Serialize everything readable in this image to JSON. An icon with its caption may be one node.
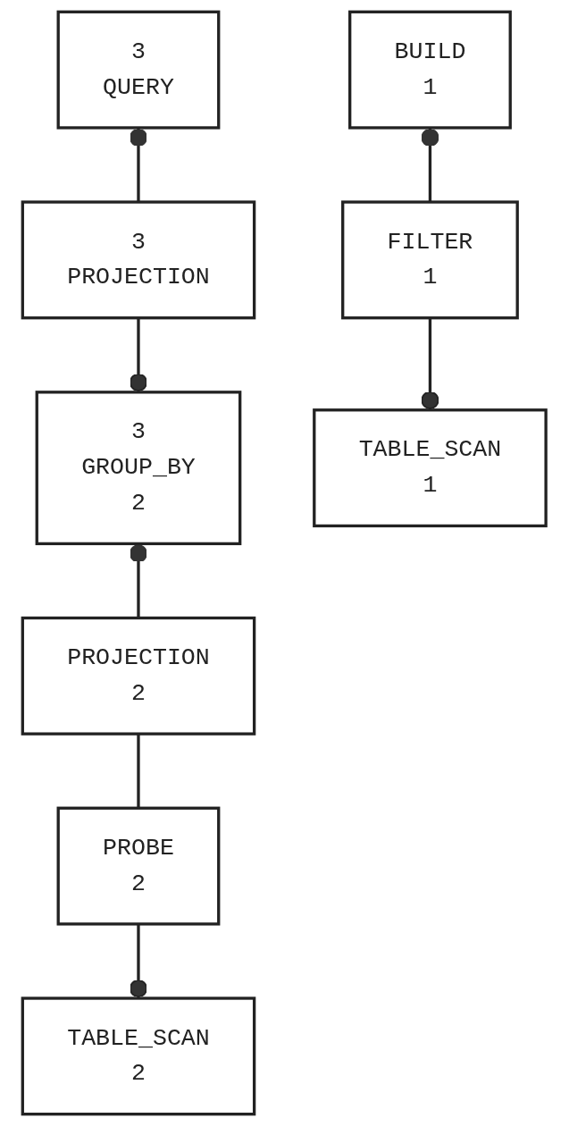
{
  "diagram": {
    "nodes": [
      {
        "text": [
          "3",
          "QUERY"
        ]
      },
      {
        "text": [
          "3",
          "PROJECTION"
        ]
      },
      {
        "text": [
          "3",
          "GROUP_BY",
          "2"
        ]
      },
      {
        "text": [
          "PROJECTION",
          "2"
        ]
      },
      {
        "text": [
          "PROBE",
          "2"
        ]
      },
      {
        "text": [
          "BUILD",
          "1"
        ]
      },
      {
        "text": [
          "TABLE_SCAN",
          "2"
        ]
      },
      {
        "text": [
          "FILTER",
          "1"
        ]
      },
      {
        "text": [
          "TABLE_SCAN",
          "1"
        ]
      }
    ],
    "edges": [
      {
        "from": 1,
        "to": 0,
        "arrow": "other"
      },
      {
        "from": 1,
        "to": 2,
        "arrow": "other"
      },
      {
        "from": 3,
        "to": 2,
        "arrow": "other"
      },
      {
        "from": 3,
        "to": 4,
        "arrow": "none"
      },
      {
        "from": 4,
        "to": 6,
        "arrow": "other"
      },
      {
        "from": 7,
        "to": 5,
        "arrow": "other"
      },
      {
        "from": 7,
        "to": 8,
        "arrow": "other"
      }
    ]
  }
}
